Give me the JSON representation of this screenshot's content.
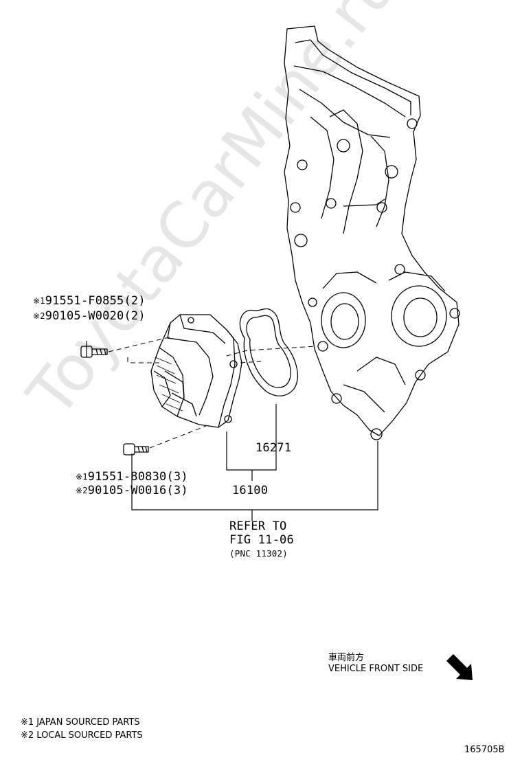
{
  "watermark": "ToyotaCarMine.ru",
  "callouts": {
    "bolt_upper_1": {
      "mark": "※1",
      "part": "91551-F0855(2)"
    },
    "bolt_upper_2": {
      "mark": "※2",
      "part": "90105-W0020(2)"
    },
    "bolt_lower_1": {
      "mark": "※1",
      "part": "91551-80830(3)"
    },
    "bolt_lower_2": {
      "mark": "※2",
      "part": "90105-W0016(3)"
    },
    "gasket": "16271",
    "pump_assy": "16100",
    "refer_line1": "REFER TO",
    "refer_line2": "FIG 11-06",
    "refer_line3": "(PNC 11302)"
  },
  "direction": {
    "jp": "車両前方",
    "en": "VEHICLE FRONT SIDE",
    "arrow_icon": "arrow-down-right-icon"
  },
  "legend": {
    "note1": "※1 JAPAN SOURCED PARTS",
    "note2": "※2 LOCAL SOURCED PARTS"
  },
  "figure_id": "165705B"
}
